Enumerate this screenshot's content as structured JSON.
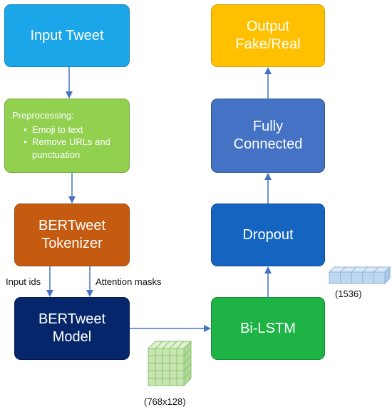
{
  "boxes": {
    "input_tweet": [
      "Input Tweet"
    ],
    "preprocessing": {
      "title": "Preprocessing:",
      "items": [
        "Emoji to text",
        "Remove URLs and punctuation"
      ]
    },
    "tokenizer": [
      "BERTweet",
      "Tokenizer"
    ],
    "model": [
      "BERTweet",
      "Model"
    ],
    "bilstm": [
      "Bi-LSTM"
    ],
    "dropout": [
      "Dropout"
    ],
    "fully_connected": [
      "Fully",
      "Connected"
    ],
    "output": [
      "Output",
      "Fake/Real"
    ]
  },
  "edge_labels": {
    "input_ids": "Input ids",
    "attention_masks": "Attention masks"
  },
  "tensor_labels": {
    "bilstm_output": "(1536)",
    "bert_output": "(768x128)"
  },
  "colors": {
    "input": "#1aa6e8",
    "preprocessing": "#92d050",
    "tokenizer": "#c55a11",
    "model": "#06266b",
    "bilstm": "#1db445",
    "dropout": "#1565c0",
    "fully_connected": "#4472c4",
    "output": "#ffc000",
    "arrow": "#4472c4",
    "vector_cube": "#bdd7ee",
    "matrix_cube": "#c6e5b3"
  }
}
